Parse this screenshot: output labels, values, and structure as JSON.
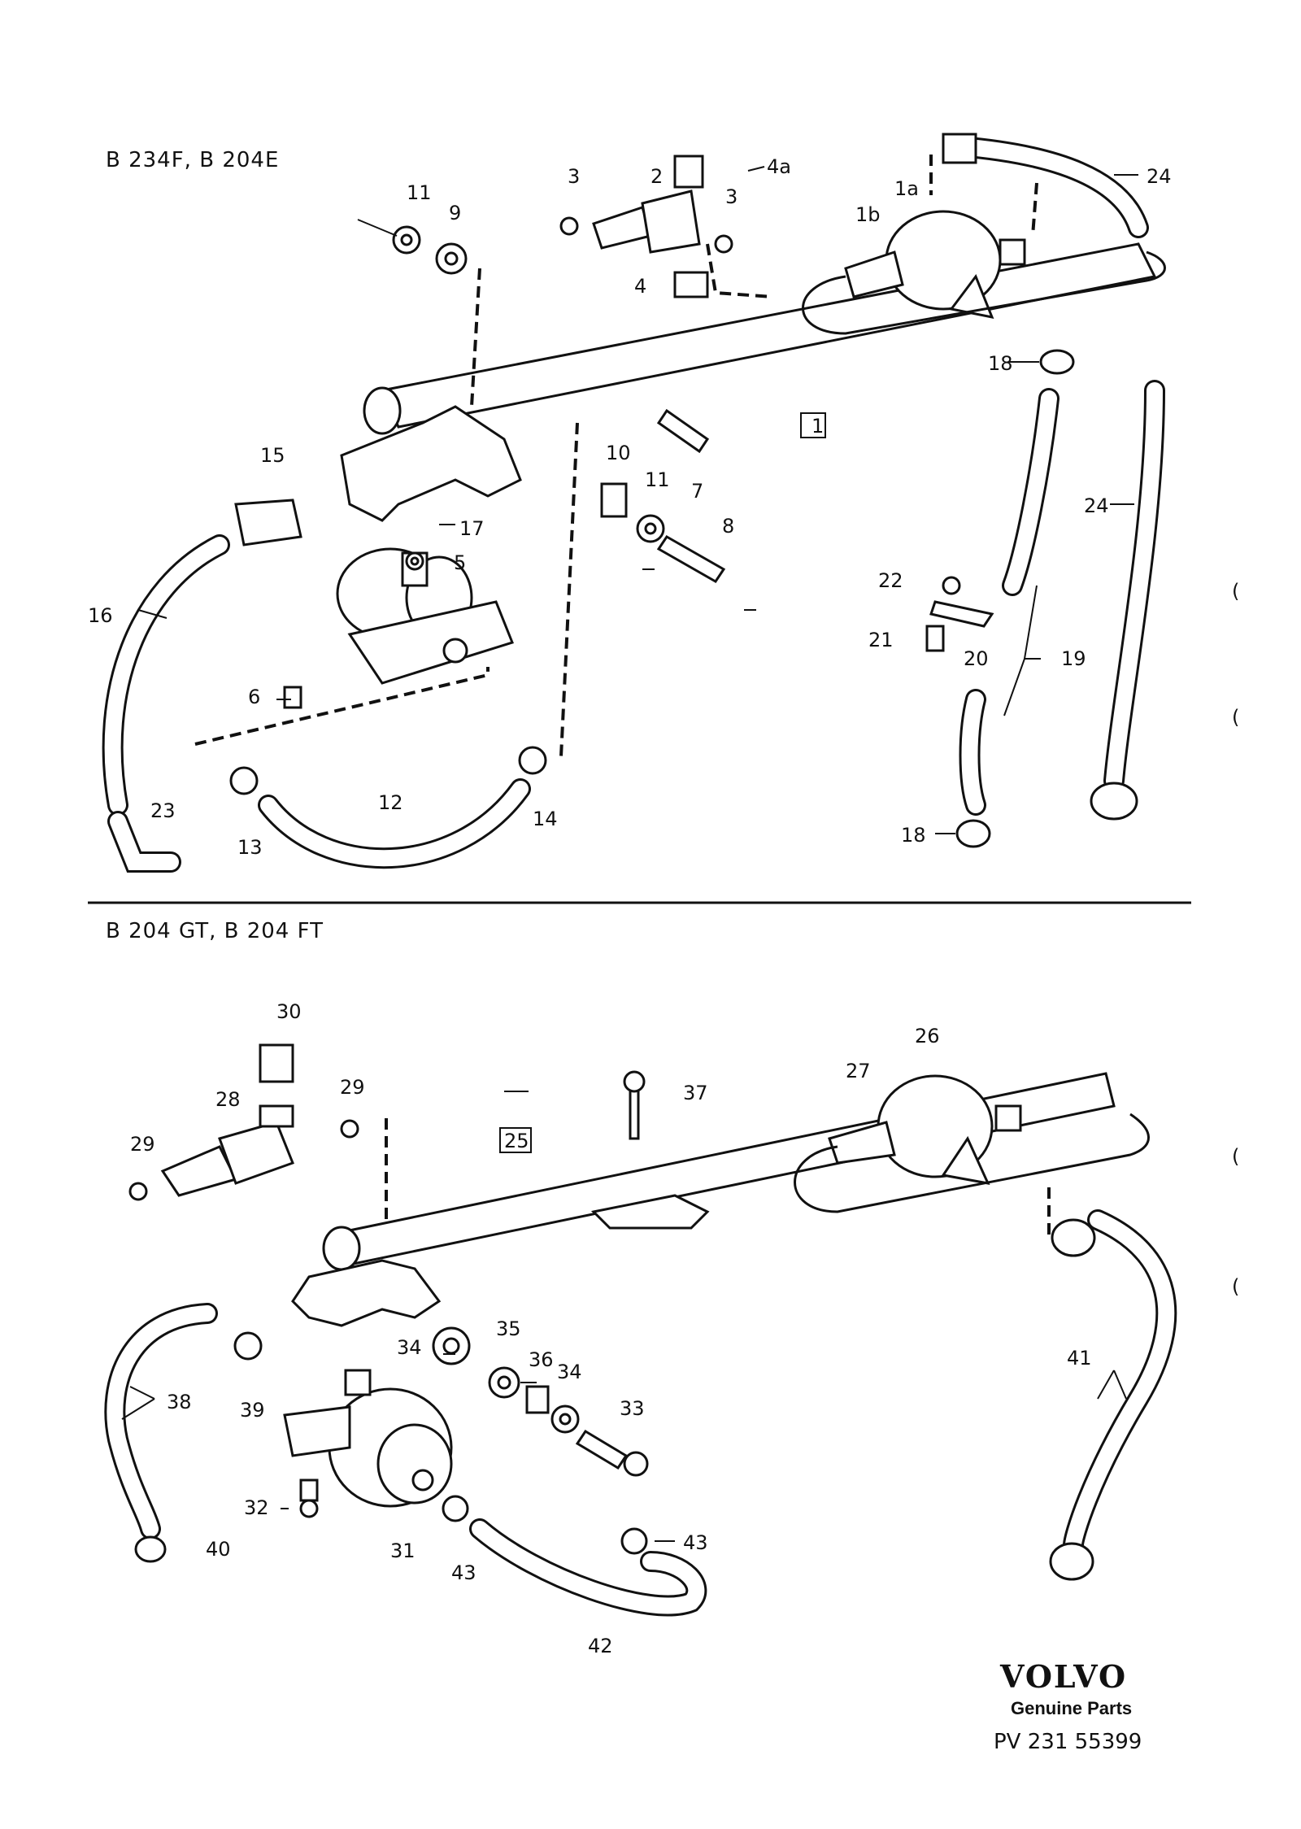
{
  "sections": {
    "top": {
      "engine_codes": "B 234F, B 204E"
    },
    "bottom": {
      "engine_codes": "B 204 GT, B 204 FT"
    }
  },
  "callouts": {
    "top": [
      "1",
      "1a",
      "1b",
      "2",
      "3",
      "3",
      "4",
      "4a",
      "5",
      "6",
      "7",
      "8",
      "9",
      "10",
      "11",
      "11",
      "12",
      "13",
      "14",
      "15",
      "16",
      "17",
      "18",
      "18",
      "19",
      "20",
      "21",
      "22",
      "23",
      "24",
      "24"
    ],
    "bottom": [
      "25",
      "26",
      "27",
      "28",
      "29",
      "29",
      "30",
      "31",
      "32",
      "33",
      "34",
      "34",
      "35",
      "36",
      "37",
      "38",
      "39",
      "40",
      "41",
      "42",
      "43",
      "43"
    ]
  },
  "footer": {
    "brand": "VOLVO",
    "tagline": "Genuine Parts",
    "reference": "PV  231 55399"
  }
}
